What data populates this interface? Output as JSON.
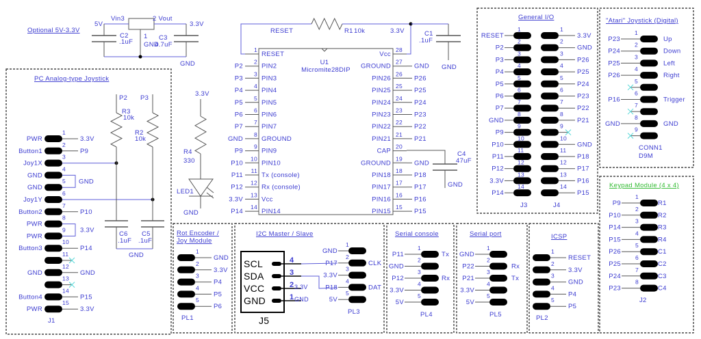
{
  "colors": {
    "text": "#3a3ad0",
    "lead": "#555555",
    "net_wire": "#5c5cd8",
    "pad": "#000000",
    "no_connect": "#55d8d8",
    "keypad_title": "#33bb33",
    "box": "#222222"
  },
  "regulator": {
    "title": "Optional 5V-3.3V",
    "vin": "Vin3",
    "vout": "2  Vout",
    "gnd_pin": "1",
    "gnd_pin_name": "GND",
    "in_net": "5V",
    "out_net": "3.3V",
    "gnd_net": "GND",
    "c2": {
      "ref": "C2",
      "value": ".1uF"
    },
    "c3": {
      "ref": "C3",
      "value": "4.7uF"
    }
  },
  "mcu": {
    "ref": "U1",
    "part": "Micromite28DIP",
    "reset_label": "RESET",
    "vcc_net": "3.3V",
    "r1": {
      "ref": "R1",
      "value": "10k"
    },
    "c1": {
      "ref": "C1",
      "value": ".1uF",
      "gnd": "GND"
    },
    "c4": {
      "ref": "C4",
      "value": "47uF",
      "gnd": "GND"
    },
    "left_pins": [
      {
        "num": "1",
        "name": "RESET",
        "net": ""
      },
      {
        "num": "2",
        "name": "PIN2",
        "net": "P2"
      },
      {
        "num": "3",
        "name": "PIN3",
        "net": "P3"
      },
      {
        "num": "4",
        "name": "PIN4",
        "net": "P4"
      },
      {
        "num": "5",
        "name": "PIN5",
        "net": "P5"
      },
      {
        "num": "6",
        "name": "PIN6",
        "net": "P6"
      },
      {
        "num": "7",
        "name": "PIN7",
        "net": "P7"
      },
      {
        "num": "8",
        "name": "GROUND",
        "net": "GND"
      },
      {
        "num": "9",
        "name": "PIN9",
        "net": "P9"
      },
      {
        "num": "10",
        "name": "PIN10",
        "net": "P10"
      },
      {
        "num": "11",
        "name": "Tx (console)",
        "net": "P11"
      },
      {
        "num": "12",
        "name": "Rx (console)",
        "net": "P12"
      },
      {
        "num": "13",
        "name": "Vcc",
        "net": "3.3V"
      },
      {
        "num": "14",
        "name": "PIN14",
        "net": "P14"
      }
    ],
    "right_pins": [
      {
        "num": "28",
        "name": "Vcc",
        "net": ""
      },
      {
        "num": "27",
        "name": "GROUND",
        "net": "GND"
      },
      {
        "num": "26",
        "name": "PIN26",
        "net": "P26"
      },
      {
        "num": "25",
        "name": "PIN25",
        "net": "P25"
      },
      {
        "num": "24",
        "name": "PIN24",
        "net": "P24"
      },
      {
        "num": "23",
        "name": "PIN23",
        "net": "P23"
      },
      {
        "num": "22",
        "name": "PIN22",
        "net": "P22"
      },
      {
        "num": "21",
        "name": "PIN21",
        "net": "P21"
      },
      {
        "num": "20",
        "name": "CAP",
        "net": ""
      },
      {
        "num": "19",
        "name": "GROUND",
        "net": "GND"
      },
      {
        "num": "18",
        "name": "PIN18",
        "net": "P18"
      },
      {
        "num": "17",
        "name": "PIN17",
        "net": "P17"
      },
      {
        "num": "16",
        "name": "PIN16",
        "net": "P16"
      },
      {
        "num": "15",
        "name": "PIN15",
        "net": "P15"
      }
    ]
  },
  "led": {
    "supply": "3.3V",
    "r4": {
      "ref": "R4",
      "value": "330"
    },
    "ref": "LED1",
    "gnd": "GND"
  },
  "pc_joystick": {
    "title": "PC Analog-type Joystick",
    "ref": "J1",
    "r3": {
      "ref": "R3",
      "value": "10k",
      "net": "P2"
    },
    "r2": {
      "ref": "R2",
      "value": "10k",
      "net": "P3"
    },
    "c6": {
      "ref": "C6",
      "value": ".1uF"
    },
    "c5": {
      "ref": "C5",
      "value": ".1uF"
    },
    "cap_gnd": "GND",
    "bracket_gnd": "GND",
    "bracket_pwr": "3.3V",
    "pins": [
      {
        "num": "1",
        "left": "PWR",
        "right": "3.3V"
      },
      {
        "num": "2",
        "left": "Button1",
        "right": "P9"
      },
      {
        "num": "3",
        "left": "Joy1X"
      },
      {
        "num": "4",
        "left": "GND"
      },
      {
        "num": "5",
        "left": "GND"
      },
      {
        "num": "6",
        "left": "Joy1Y"
      },
      {
        "num": "7",
        "left": "Button2",
        "right": "P10"
      },
      {
        "num": "8",
        "left": "PWR"
      },
      {
        "num": "9",
        "left": "PWR"
      },
      {
        "num": "10",
        "left": "Button3",
        "right": "P14"
      },
      {
        "num": "11",
        "nc_right": true
      },
      {
        "num": "12",
        "left": "GND",
        "right": "GND"
      },
      {
        "num": "13",
        "nc_right": true
      },
      {
        "num": "14",
        "left": "Button4",
        "right": "P15"
      },
      {
        "num": "15",
        "left": "PWR",
        "right": "3.3V"
      }
    ]
  },
  "general_io": {
    "title": "General I/O",
    "j3_ref": "J3",
    "j4_ref": "J4",
    "j3": [
      {
        "num": "1",
        "left": "RESET"
      },
      {
        "num": "2",
        "left": "P2"
      },
      {
        "num": "3",
        "left": "P3"
      },
      {
        "num": "4",
        "left": "P4"
      },
      {
        "num": "5",
        "left": "P5"
      },
      {
        "num": "6",
        "left": "P6"
      },
      {
        "num": "7",
        "left": "P7"
      },
      {
        "num": "8",
        "left": "GND"
      },
      {
        "num": "9",
        "left": "P9"
      },
      {
        "num": "10",
        "left": "P10"
      },
      {
        "num": "11",
        "left": "P11"
      },
      {
        "num": "12",
        "left": "P12"
      },
      {
        "num": "13",
        "left": "3.3V"
      },
      {
        "num": "14",
        "left": "P14"
      }
    ],
    "j4": [
      {
        "num": "1",
        "right": "3.3V"
      },
      {
        "num": "2",
        "right": "GND"
      },
      {
        "num": "3",
        "right": "P26"
      },
      {
        "num": "4",
        "right": "P25"
      },
      {
        "num": "5",
        "right": "P24"
      },
      {
        "num": "6",
        "right": "P23"
      },
      {
        "num": "7",
        "right": "P22"
      },
      {
        "num": "8",
        "right": "P21"
      },
      {
        "num": "9",
        "nc_right": true
      },
      {
        "num": "10",
        "right": "GND"
      },
      {
        "num": "11",
        "right": "P18"
      },
      {
        "num": "12",
        "right": "P17"
      },
      {
        "num": "13",
        "right": "P16"
      },
      {
        "num": "14",
        "right": "P15"
      }
    ]
  },
  "atari": {
    "title": "\"Atari\" Joystick (Digital)",
    "ref": "CONN1",
    "part": "D9M",
    "pins": [
      {
        "num": "1",
        "left": "P23",
        "right": "Up"
      },
      {
        "num": "2",
        "left": "P24",
        "right": "Down"
      },
      {
        "num": "3",
        "left": "P25",
        "right": "Left"
      },
      {
        "num": "4",
        "left": "P26",
        "right": "Right"
      },
      {
        "num": "5",
        "nc_left": true
      },
      {
        "num": "6",
        "left": "P16",
        "right": "Trigger"
      },
      {
        "num": "7",
        "nc_left": true
      },
      {
        "num": "8",
        "left": "GND",
        "right": "GND"
      },
      {
        "num": "9",
        "nc_left": true
      }
    ]
  },
  "keypad": {
    "title": "Keypad Module (4 x 4)",
    "ref": "J2",
    "pins": [
      {
        "num": "1",
        "left": "P9",
        "right": "R1"
      },
      {
        "num": "2",
        "left": "P10",
        "right": "R2"
      },
      {
        "num": "3",
        "left": "P14",
        "right": "R3"
      },
      {
        "num": "4",
        "left": "P15",
        "right": "R4"
      },
      {
        "num": "5",
        "left": "P26",
        "right": "C1"
      },
      {
        "num": "6",
        "left": "P25",
        "right": "C2"
      },
      {
        "num": "7",
        "left": "P24",
        "right": "C3"
      },
      {
        "num": "8",
        "left": "P23",
        "right": "C4"
      }
    ]
  },
  "rot_encoder": {
    "title_line1": "Rot Encoder /",
    "title_line2": "Joy Module",
    "ref": "PL1",
    "pins": [
      {
        "num": "1",
        "right": "GND"
      },
      {
        "num": "2",
        "right": "3.3V"
      },
      {
        "num": "3",
        "right": "P4"
      },
      {
        "num": "4",
        "right": "P5"
      },
      {
        "num": "5",
        "right": "P6"
      }
    ]
  },
  "i2c": {
    "title": "I2C Master / Slave",
    "j5_ref": "J5",
    "pl3_ref": "PL3",
    "j5": [
      {
        "num": "4",
        "name": "SCL",
        "net": ""
      },
      {
        "num": "3",
        "name": "SDA",
        "net": ""
      },
      {
        "num": "2",
        "name": "VCC",
        "net": "3.3V"
      },
      {
        "num": "1",
        "name": "GND",
        "net": "GND"
      }
    ],
    "pl3": [
      {
        "num": "1",
        "left": "GND"
      },
      {
        "num": "2",
        "left": "P17",
        "right": "CLK"
      },
      {
        "num": "3",
        "left": "3.3V"
      },
      {
        "num": "4",
        "left": "P18",
        "right": "DAT"
      },
      {
        "num": "5",
        "left": "5V"
      }
    ]
  },
  "serial_console": {
    "title": "Serial console",
    "ref": "PL4",
    "pins": [
      {
        "num": "1",
        "left": "P11",
        "right": "Tx"
      },
      {
        "num": "2",
        "left": "GND"
      },
      {
        "num": "3",
        "left": "P12",
        "right": "Rx"
      },
      {
        "num": "4",
        "left": "3.3V"
      },
      {
        "num": "5",
        "left": "5V"
      }
    ]
  },
  "serial_port": {
    "title": "Serial port",
    "ref": "PL5",
    "pins": [
      {
        "num": "1",
        "left": "GND"
      },
      {
        "num": "2",
        "left": "P22",
        "right": "Rx"
      },
      {
        "num": "3",
        "left": "P21",
        "right": "Tx"
      },
      {
        "num": "4",
        "left": "3.3V"
      },
      {
        "num": "5",
        "left": "5V"
      }
    ]
  },
  "icsp": {
    "title": "ICSP",
    "ref": "PL2",
    "pins": [
      {
        "num": "1",
        "right": "RESET"
      },
      {
        "num": "2",
        "right": "3.3V"
      },
      {
        "num": "3",
        "right": "GND"
      },
      {
        "num": "4",
        "right": "P4"
      },
      {
        "num": "5",
        "right": "P5"
      }
    ]
  }
}
